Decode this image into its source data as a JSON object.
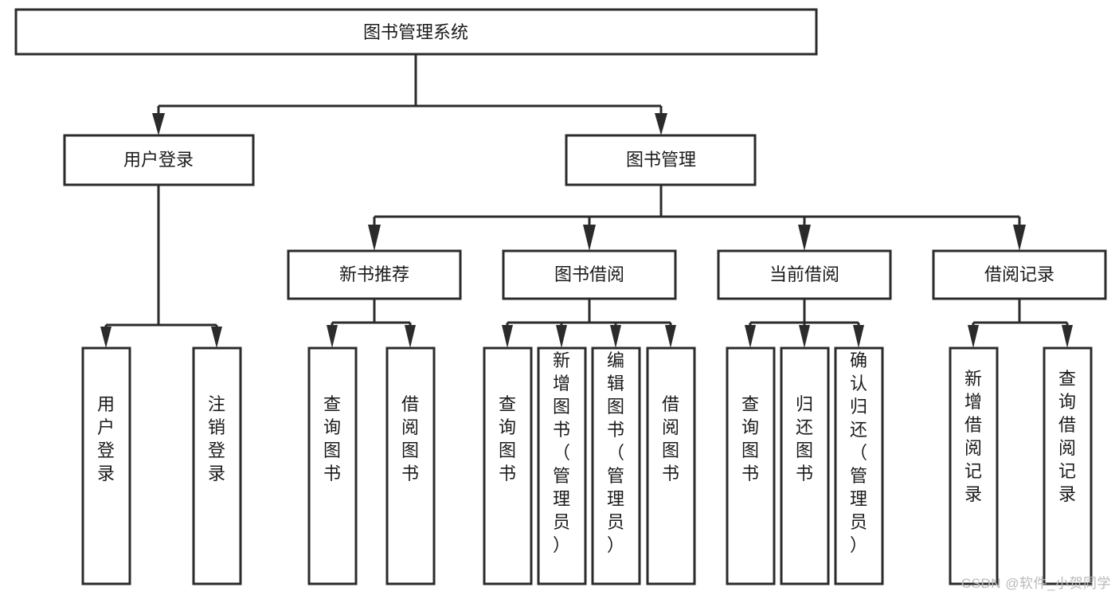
{
  "diagram": {
    "type": "tree",
    "title": "图书管理系统",
    "colors": {
      "stroke": "#2b2b2b",
      "fill": "#ffffff",
      "text": "#1b1b1b",
      "watermark": "#b9b9b9",
      "background": "#ffffff"
    },
    "levels": {
      "level1": {
        "nodes": [
          {
            "id": "root",
            "label": "图书管理系统",
            "orientation": "horizontal"
          }
        ]
      },
      "level2": {
        "nodes": [
          {
            "id": "login",
            "label": "用户登录",
            "orientation": "horizontal",
            "parent": "root"
          },
          {
            "id": "bookmgmt",
            "label": "图书管理",
            "orientation": "horizontal",
            "parent": "root"
          }
        ]
      },
      "level3": {
        "nodes": [
          {
            "id": "newbook",
            "label": "新书推荐",
            "orientation": "horizontal",
            "parent": "bookmgmt"
          },
          {
            "id": "borrow",
            "label": "图书借阅",
            "orientation": "horizontal",
            "parent": "bookmgmt"
          },
          {
            "id": "current",
            "label": "当前借阅",
            "orientation": "horizontal",
            "parent": "bookmgmt"
          },
          {
            "id": "records",
            "label": "借阅记录",
            "orientation": "horizontal",
            "parent": "bookmgmt"
          }
        ]
      },
      "level4": {
        "nodes": [
          {
            "id": "leaf-user-login",
            "label": "用户登录",
            "orientation": "vertical",
            "parent": "login"
          },
          {
            "id": "leaf-logout",
            "label": "注销登录",
            "orientation": "vertical",
            "parent": "login"
          },
          {
            "id": "leaf-query-book-1",
            "label": "查询图书",
            "orientation": "vertical",
            "parent": "newbook"
          },
          {
            "id": "leaf-borrow-book-1",
            "label": "借阅图书",
            "orientation": "vertical",
            "parent": "newbook"
          },
          {
            "id": "leaf-query-book-2",
            "label": "查询图书",
            "orientation": "vertical",
            "parent": "borrow"
          },
          {
            "id": "leaf-add-book",
            "label": "新增图书（管理员）",
            "orientation": "vertical",
            "parent": "borrow"
          },
          {
            "id": "leaf-edit-book",
            "label": "编辑图书（管理员）",
            "orientation": "vertical",
            "parent": "borrow"
          },
          {
            "id": "leaf-borrow-book-2",
            "label": "借阅图书",
            "orientation": "vertical",
            "parent": "borrow"
          },
          {
            "id": "leaf-query-book-3",
            "label": "查询图书",
            "orientation": "vertical",
            "parent": "current"
          },
          {
            "id": "leaf-return-book",
            "label": "归还图书",
            "orientation": "vertical",
            "parent": "current"
          },
          {
            "id": "leaf-confirm-return",
            "label": "确认归还（管理员）",
            "orientation": "vertical",
            "parent": "current"
          },
          {
            "id": "leaf-add-record",
            "label": "新增借阅记录",
            "orientation": "vertical",
            "parent": "records"
          },
          {
            "id": "leaf-query-record",
            "label": "查询借阅记录",
            "orientation": "vertical",
            "parent": "records"
          }
        ]
      }
    }
  },
  "watermark": {
    "text": "CSDN @软件_小贺同学"
  }
}
